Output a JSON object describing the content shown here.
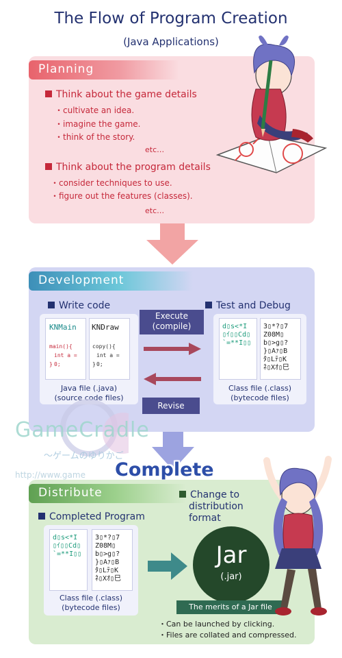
{
  "title": "The Flow of Program Creation",
  "subtitle": "(Java Applications)",
  "planning": {
    "header": "Planning",
    "game_heading": "Think about the game details",
    "game_items": [
      "・cultivate an idea.",
      "・imagine the game.",
      "・think of the story."
    ],
    "etc1": "etc…",
    "program_heading": "Think about the program details",
    "program_items": [
      "・consider techniques to use.",
      "・figure out the features (classes)."
    ],
    "etc2": "etc…"
  },
  "development": {
    "header": "Development",
    "write_code": "Write code",
    "test_debug": "Test and Debug",
    "execute": [
      "Execute",
      "(compile)"
    ],
    "revise": "Revise",
    "java_files": [
      {
        "name": "KNMain",
        "lines": [
          "main(){",
          "int a = 0;",
          "}"
        ]
      },
      {
        "name": "KNDraw",
        "lines": [
          "copy(){",
          "int a = 0;",
          "}"
        ]
      }
    ],
    "java_caption": [
      "Java file (.java)",
      "(source code files)"
    ],
    "class_files": [
      {
        "lines": [
          "d▯s<*I",
          "▯ｲ▯▯Cd▯",
          "`=**I▯▯"
        ]
      },
      {
        "lines": [
          "3▯*?▯7",
          "Z08M▯",
          "b▯>g▯?",
          "}▯Aｧ▯B",
          "ﾀ▯Lﾃ▯K",
          "ﾈ▯Xｵ▯巳"
        ]
      }
    ],
    "class_caption": [
      "Class file (.class)",
      "(bytecode files)"
    ]
  },
  "watermark": {
    "brand": "GameCradle",
    "tagline": "〜ゲームのゆりかご",
    "url": "http://www.game"
  },
  "complete_label": "Complete",
  "distribute": {
    "header": "Distribute",
    "completed_program": "Completed Program",
    "change_format": [
      "Change to",
      "distribution",
      "format"
    ],
    "class_caption": [
      "Class file (.class)",
      "(bytecode files)"
    ],
    "jar_label": "Jar",
    "jar_ext": "(.jar)",
    "merits_title": "The merits of a Jar file",
    "merits": [
      "・Can be launched by clicking.",
      "・Files are collated and compressed."
    ]
  },
  "colors": {
    "planning": "#e8636c",
    "development": "#3d8fb8",
    "distribute": "#5fa052",
    "navy": "#233170",
    "arrow_red": "#f2a4a4",
    "arrow_blue": "#9ca3e0"
  }
}
